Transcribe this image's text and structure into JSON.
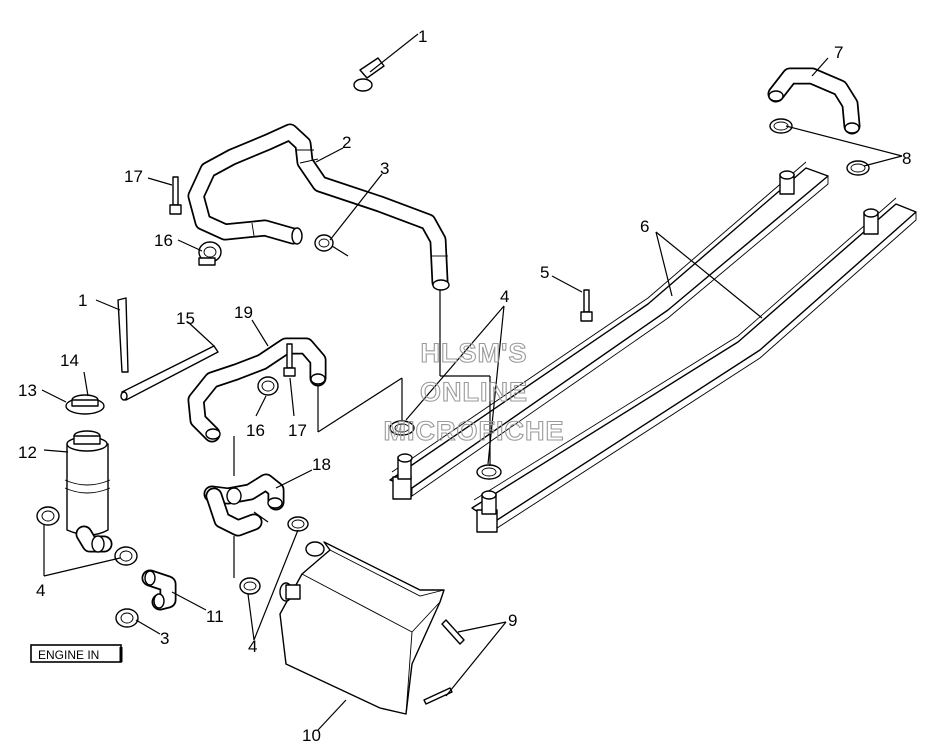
{
  "callouts": {
    "c1a": "1",
    "c2": "2",
    "c3a": "3",
    "c3b": "3",
    "c4a": "4",
    "c4b": "4",
    "c4c": "4",
    "c5": "5",
    "c6": "6",
    "c7": "7",
    "c8": "8",
    "c9": "9",
    "c10": "10",
    "c11": "11",
    "c12": "12",
    "c13": "13",
    "c14": "14",
    "c15": "15",
    "c16a": "16",
    "c16b": "16",
    "c17a": "17",
    "c17b": "17",
    "c18": "18",
    "c19": "19",
    "c1b": "1"
  },
  "watermark": {
    "line1": "HLSM'S",
    "line2": "ONLINE",
    "line3": "MICROFICHE"
  },
  "engine_label": "ENGINE IN",
  "colors": {
    "ink": "#000000",
    "watermark": "#9a9a9a",
    "background": "#ffffff"
  }
}
